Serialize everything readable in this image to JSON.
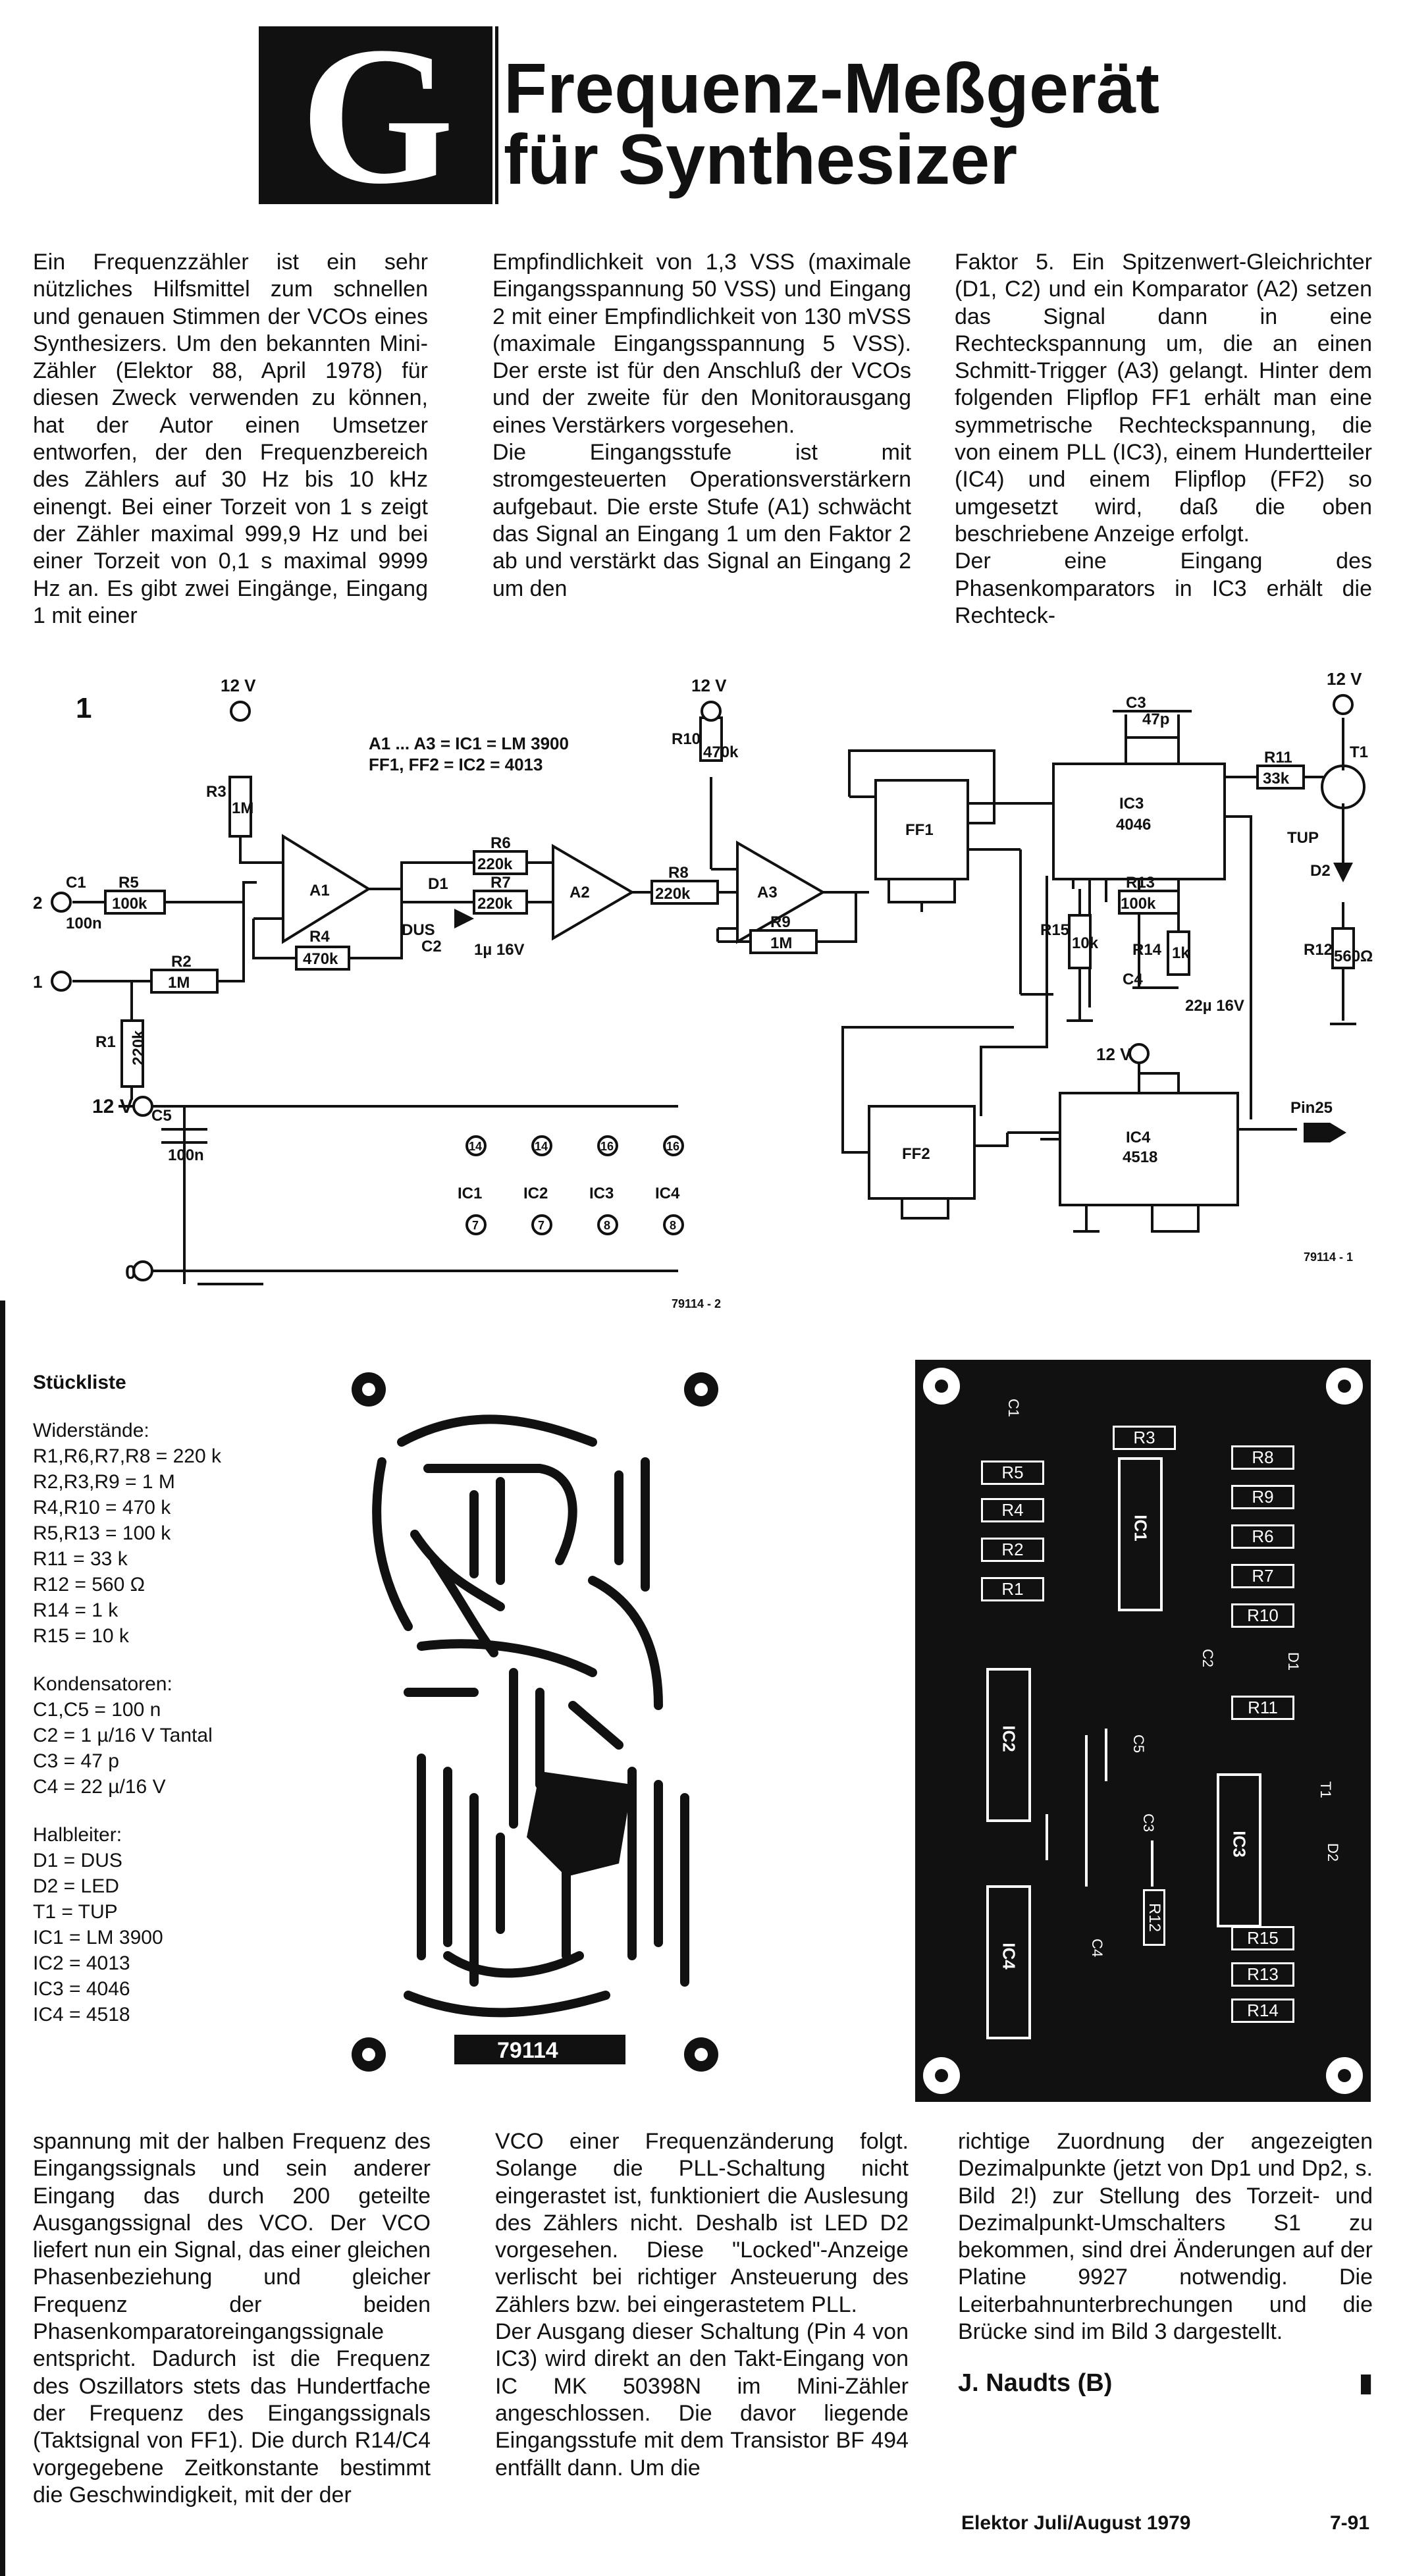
{
  "header": {
    "badge_letter": "G",
    "title_line1": "Frequenz-Meßgerät",
    "title_line2": "für Synthesizer"
  },
  "intro": {
    "col1": "Ein Frequenzzähler ist ein sehr nützliches Hilfsmittel zum schnellen und genauen Stimmen der VCOs eines Synthesizers. Um den bekannten Mini-Zähler (Elektor 88, April 1978) für diesen Zweck verwenden zu können, hat der Autor einen Umsetzer entworfen, der den Frequenzbereich des Zählers auf 30 Hz bis 10 kHz einengt. Bei einer Torzeit von 1 s zeigt der Zähler maximal 999,9 Hz und bei einer Torzeit von 0,1 s maximal 9999 Hz an. Es gibt zwei Eingänge, Eingang 1 mit einer",
    "col2a": "Empfindlichkeit von 1,3 VSS (maximale Eingangsspannung 50 VSS) und Eingang 2 mit einer Empfindlichkeit von 130 mVSS (maximale Eingangsspannung 5 VSS). Der erste ist für den Anschluß der VCOs und der zweite für den Monitorausgang eines Verstärkers vorgesehen.",
    "col2b": "Die Eingangsstufe ist mit stromgesteuerten Operationsverstärkern aufgebaut. Die erste Stufe (A1) schwächt das Signal an Eingang 1 um den Faktor 2 ab und verstärkt das Signal an Eingang 2 um den",
    "col3a": "Faktor 5. Ein Spitzenwert-Gleichrichter (D1, C2) und ein Komparator (A2) setzen das Signal dann in eine Rechteckspannung um, die an einen Schmitt-Trigger (A3) gelangt. Hinter dem folgenden Flipflop FF1 erhält man eine symmetrische Rechteckspannung, die von einem PLL (IC3), einem Hundertteiler (IC4) und einem Flipflop (FF2) so umgesetzt wird, daß die oben beschriebene Anzeige erfolgt.",
    "col3b": "Der eine Eingang des Phasenkomparators in IC3 erhält die Rechteck-"
  },
  "figure1": {
    "number": "1",
    "note1": "A1 ... A3 = IC1 = LM 3900",
    "note2": "FF1, FF2 = IC2 = 4013",
    "code_schematic": "79114 - 1",
    "code_layout": "79114 - 2",
    "supply": "12 V",
    "ground": "0",
    "output_pin": "Pin25",
    "labels": {
      "a1": "A1",
      "a2": "A2",
      "a3": "A3",
      "ff1": "FF1",
      "ff2": "FF2",
      "ic3": "IC3",
      "ic3_type": "4046",
      "ic4": "IC4",
      "ic4_type": "4518",
      "t1": "T1",
      "tup": "TUP",
      "d1": "D1",
      "dus": "DUS",
      "d2": "D2",
      "r1": "R1",
      "r1v": "220k",
      "r2": "R2",
      "r2v": "1M",
      "r3": "R3",
      "r3v": "1M",
      "r4": "R4",
      "r4v": "470k",
      "r5": "R5",
      "r5v": "100k",
      "r6": "R6",
      "r6v": "220k",
      "r7": "R7",
      "r7v": "220k",
      "r8": "R8",
      "r8v": "220k",
      "r9": "R9",
      "r9v": "1M",
      "r10": "R10",
      "r10v": "470k",
      "r11": "R11",
      "r11v": "33k",
      "r12": "R12",
      "r12v": "560Ω",
      "r13": "R13",
      "r13v": "100k",
      "r14": "R14",
      "r14v": "1k",
      "r15": "R15",
      "r15v": "10k",
      "c1": "C1",
      "c1v": "100n",
      "c2": "C2",
      "c2v": "1µ 16V",
      "c3": "C3",
      "c3v": "47p",
      "c4": "C4",
      "c4v": "22µ 16V",
      "c5": "C5",
      "c5v": "100n",
      "in1": "1",
      "in2": "2",
      "ic1": "IC1",
      "ic2": "IC2",
      "ic3b": "IC3",
      "ic4b": "IC4",
      "p14a": "14",
      "p14b": "14",
      "p16a": "16",
      "p16b": "16",
      "p7a": "7",
      "p7b": "7",
      "p8a": "8",
      "p8b": "8"
    }
  },
  "parts_list": {
    "title": "Stückliste",
    "resistors_title": "Widerstände:",
    "resistors": [
      "R1,R6,R7,R8 = 220 k",
      "R2,R3,R9 = 1 M",
      "R4,R10 = 470 k",
      "R5,R13 = 100 k",
      "R11 = 33 k",
      "R12 = 560 Ω",
      "R14 = 1 k",
      "R15 = 10 k"
    ],
    "capacitors_title": "Kondensatoren:",
    "capacitors": [
      "C1,C5 = 100 n",
      "C2 = 1 µ/16 V Tantal",
      "C3 = 47 p",
      "C4 = 22 µ/16 V"
    ],
    "semis_title": "Halbleiter:",
    "semis": [
      "D1 = DUS",
      "D2 = LED",
      "T1 = TUP",
      "IC1 = LM 3900",
      "IC2 = 4013",
      "IC3 = 4046",
      "IC4 = 4518"
    ]
  },
  "pcb": {
    "board_label": "79114",
    "resistors": [
      "R3",
      "R5",
      "R4",
      "R2",
      "R1",
      "R8",
      "R9",
      "R6",
      "R7",
      "R10",
      "R11",
      "R15",
      "R13",
      "R14",
      "R12"
    ],
    "ics": [
      "IC1",
      "IC2",
      "IC3",
      "IC4"
    ],
    "caps": [
      "C1",
      "C2",
      "C5",
      "C3",
      "C4"
    ],
    "misc": [
      "D1",
      "D2",
      "T1"
    ]
  },
  "body": {
    "col1": "spannung mit der halben Frequenz des Eingangssignals und sein anderer Eingang das durch 200 geteilte Ausgangssignal des VCO. Der VCO liefert nun ein Signal, das einer gleichen Phasenbeziehung und gleicher Frequenz der beiden Phasenkomparatoreingangssignale entspricht. Dadurch ist die Frequenz des Oszillators stets das Hundertfache der Frequenz des Eingangssignals (Taktsignal von FF1). Die durch R14/C4 vorgegebene Zeitkonstante bestimmt die Geschwindigkeit, mit der der",
    "col2a": "VCO einer Frequenzänderung folgt. Solange die PLL-Schaltung nicht eingerastet ist, funktioniert die Auslesung des Zählers nicht. Deshalb ist LED D2 vorgesehen. Diese \"Locked\"-Anzeige verlischt bei richtiger Ansteuerung des Zählers bzw. bei eingerastetem PLL.",
    "col2b": "Der Ausgang dieser Schaltung (Pin 4 von IC3) wird direkt an den Takt-Eingang von IC MK 50398N im Mini-Zähler angeschlossen. Die davor liegende Eingangsstufe mit dem Transistor BF 494 entfällt dann. Um die",
    "col3": "richtige Zuordnung der angezeigten Dezimalpunkte (jetzt von Dp1 und Dp2, s. Bild 2!) zur Stellung des Torzeit- und Dezimalpunkt-Umschalters S1 zu bekommen, sind drei Änderungen auf der Platine 9927 notwendig. Die Leiterbahnunterbrechungen und die Brücke sind im Bild 3 dargestellt.",
    "author": "J. Naudts (B)"
  },
  "footer": {
    "journal": "Elektor Juli/August 1979",
    "page": "7-91"
  }
}
